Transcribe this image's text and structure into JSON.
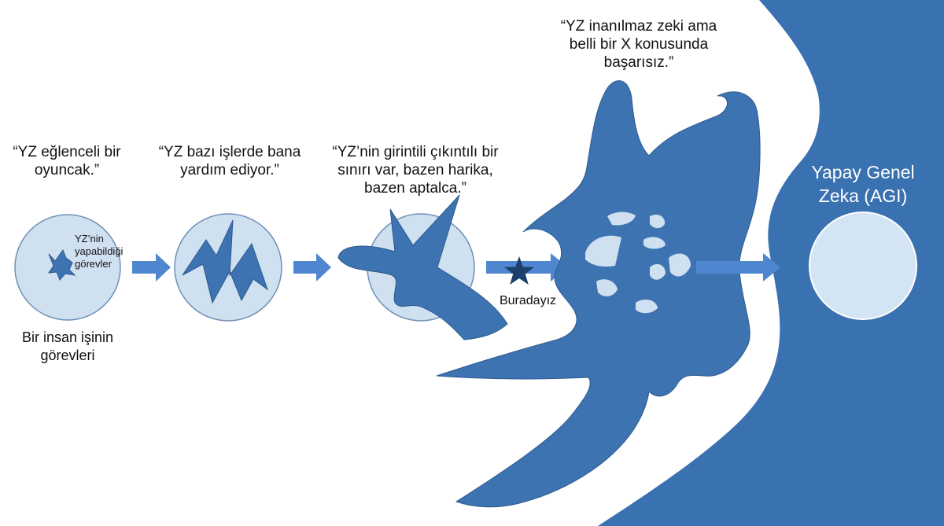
{
  "stages": [
    {
      "quote": "“YZ eğlenceli bir oyuncak.”",
      "inner_label": "YZ’nin yapabildiği görevler",
      "caption": "Bir insan işinin görevleri"
    },
    {
      "quote": "“YZ bazı işlerde bana yardım ediyor.”"
    },
    {
      "quote": "“YZ’nin girintili çıkıntılı bir sınırı var, bazen harika, bazen aptalca.”"
    },
    {
      "quote": "“YZ inanılmaz zeki ama belli bir X konusunda başarısız.”"
    }
  ],
  "marker": {
    "label": "Buradayız",
    "icon": "star-icon"
  },
  "agi": {
    "label": "Yapay Genel Zeka (AGI)"
  },
  "colors": {
    "shape_fill": "#3e73b1",
    "shape_stroke": "#2c5a8f",
    "circle_fill": "#cfe0f0",
    "circle_stroke": "#6f90b6",
    "arrow": "#4f86d0",
    "star": "#1d3f6e",
    "agi_region": "#3a71b0"
  }
}
